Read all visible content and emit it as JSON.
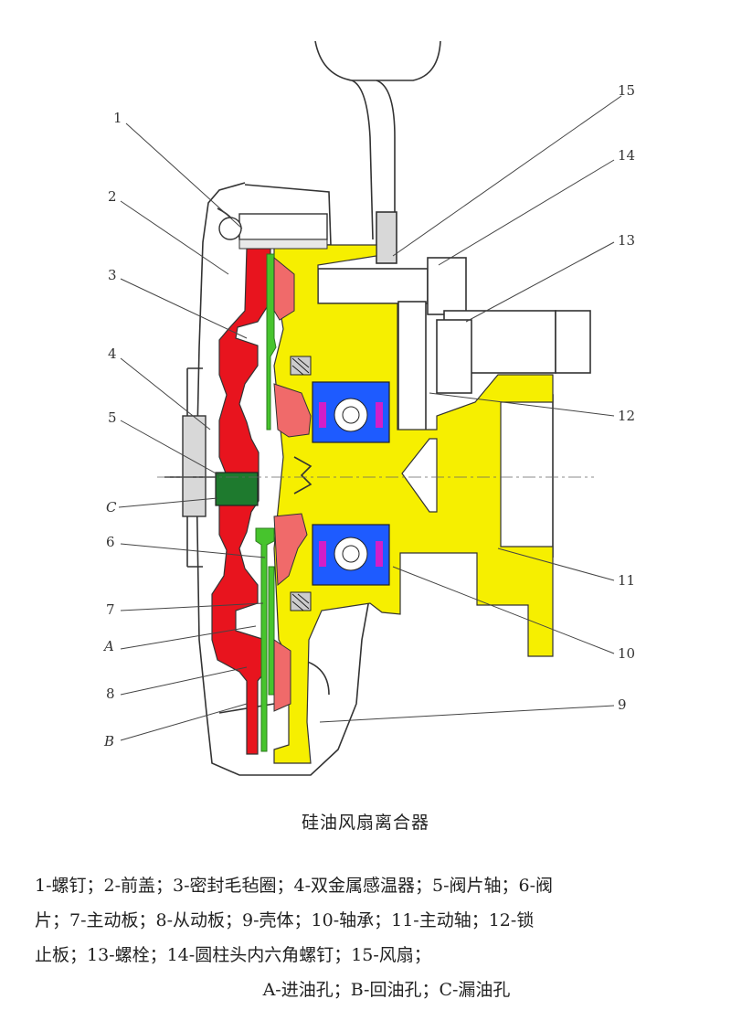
{
  "caption": "硅油风扇离合器",
  "labels": {
    "n1": "1",
    "n2": "2",
    "n3": "3",
    "n4": "4",
    "n5": "5",
    "nC": "C",
    "n6": "6",
    "n7": "7",
    "nA": "A",
    "n8": "8",
    "nB": "B",
    "n15": "15",
    "n14": "14",
    "n13": "13",
    "n12": "12",
    "n11": "11",
    "n10": "10",
    "n9": "9"
  },
  "legend": {
    "line1": "1-螺钉；2-前盖；3-密封毛毡圈；4-双金属感温器；5-阀片轴；6-阀",
    "line2": "片；7-主动板；8-从动板；9-壳体；10-轴承；11-主动轴；12-锁",
    "line3": "止板；13-螺栓；14-圆柱头内六角螺钉；15-风扇；",
    "line4": "A-进油孔；B-回油孔；C-漏油孔"
  },
  "colors": {
    "front_cover": "#e8141e",
    "housing": "#f6ef00",
    "valve_shaft": "#1e7a2e",
    "bearing_race": "#1e5bff",
    "bearing_inner": "#ffffff",
    "bearing_pin": "#d21ec8",
    "driven_plate": "#f06a6a",
    "driving_plate": "#47c42d"
  }
}
